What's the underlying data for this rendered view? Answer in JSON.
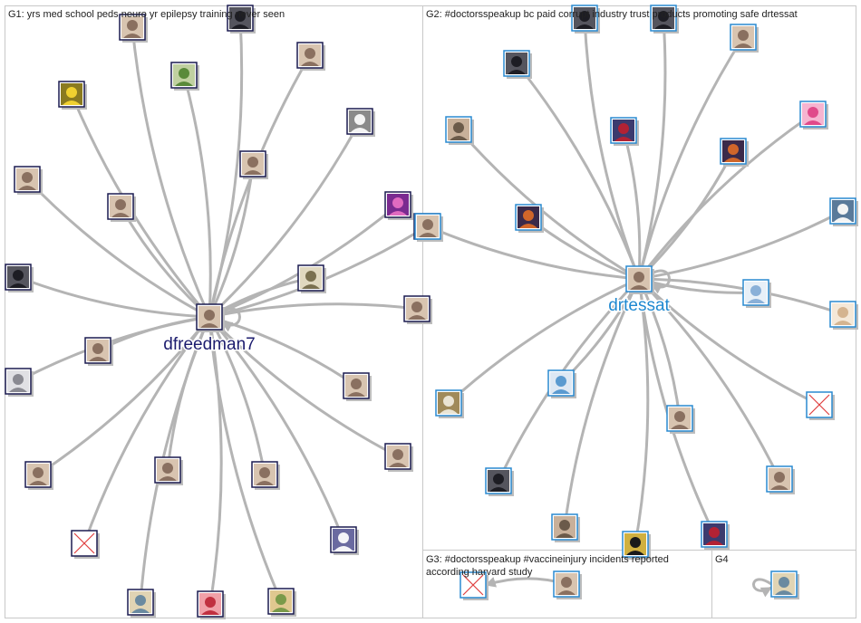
{
  "colors": {
    "panel_border": "#c8c8c8",
    "edge": "#b4b4b4",
    "node_border_g1": "#1c1c50",
    "node_border_g2": "#2a8ad0",
    "hub1_label": "#1c1c6e",
    "hub2_label": "#1e88d0"
  },
  "groups": [
    {
      "id": "G1",
      "label": "G1: yrs med school peds neuro yr epilepsy training never seen"
    },
    {
      "id": "G2",
      "label": "G2: #doctorsspeakup bc paid corrupt industry trust products promoting safe drtessat"
    },
    {
      "id": "G3",
      "label_line1": "G3: #doctorsspeakup #vaccineinjury incidents reported",
      "label_line2": "according harvard study"
    },
    {
      "id": "G4",
      "label": "G4"
    }
  ],
  "hubs": [
    {
      "id": "h1",
      "group": "G1",
      "label": "dfreedman7"
    },
    {
      "id": "h2",
      "group": "G2",
      "label": "drtessat"
    }
  ],
  "nodes": {
    "G1": [
      {
        "icon": "woman-glasses-avatar"
      },
      {
        "icon": "dark-avatar"
      },
      {
        "icon": "duckling-avatar"
      },
      {
        "icon": "nature-avatar"
      },
      {
        "icon": "runner-avatar"
      },
      {
        "icon": "cartoon-rabbit-avatar"
      },
      {
        "icon": "man-portrait-avatar"
      },
      {
        "icon": "woman-glasses-avatar"
      },
      {
        "icon": "group-photo-avatar"
      },
      {
        "icon": "mask-up-avatar"
      },
      {
        "icon": "dark-poster-avatar"
      },
      {
        "icon": "woman-blonde-avatar"
      },
      {
        "icon": "landscape-avatar"
      },
      {
        "icon": "woman-portrait-avatar"
      },
      {
        "icon": "woman-portrait-avatar"
      },
      {
        "icon": "husky-avatar"
      },
      {
        "icon": "man-portrait-avatar"
      },
      {
        "icon": "bald-man-avatar"
      },
      {
        "icon": "bearded-man-avatar"
      },
      {
        "icon": "man-portrait-avatar"
      },
      {
        "icon": "quote-avatar"
      },
      {
        "icon": "broken-image-icon"
      },
      {
        "icon": "headphones-avatar"
      },
      {
        "icon": "family-avatar"
      },
      {
        "icon": "crystal-ball-avatar"
      },
      {
        "icon": "outdoor-avatar"
      }
    ],
    "G2": [
      {
        "icon": "dark-avatar"
      },
      {
        "icon": "dark-avatar"
      },
      {
        "icon": "couple-avatar"
      },
      {
        "icon": "dark-flower-avatar"
      },
      {
        "icon": "cat-avatar"
      },
      {
        "icon": "american-flag-avatar"
      },
      {
        "icon": "pink-heart-avatar"
      },
      {
        "icon": "sunset-avatar"
      },
      {
        "icon": "sunset-avatar"
      },
      {
        "icon": "scales-of-justice-avatar"
      },
      {
        "icon": "woman-blonde-avatar"
      },
      {
        "icon": "eye-avatar"
      },
      {
        "icon": "figurines-avatar"
      },
      {
        "icon": "letter-v-avatar"
      },
      {
        "icon": "globe-seal-avatar"
      },
      {
        "icon": "broken-image-icon"
      },
      {
        "icon": "dog-avatar"
      },
      {
        "icon": "man-dark-avatar"
      },
      {
        "icon": "woman-portrait-avatar"
      },
      {
        "icon": "cat-avatar"
      },
      {
        "icon": "badge-avatar"
      },
      {
        "icon": "flag-heart-avatar"
      }
    ],
    "G3": [
      {
        "icon": "broken-image-icon"
      },
      {
        "icon": "man-portrait-avatar"
      }
    ],
    "G4": [
      {
        "icon": "family-avatar"
      }
    ]
  }
}
